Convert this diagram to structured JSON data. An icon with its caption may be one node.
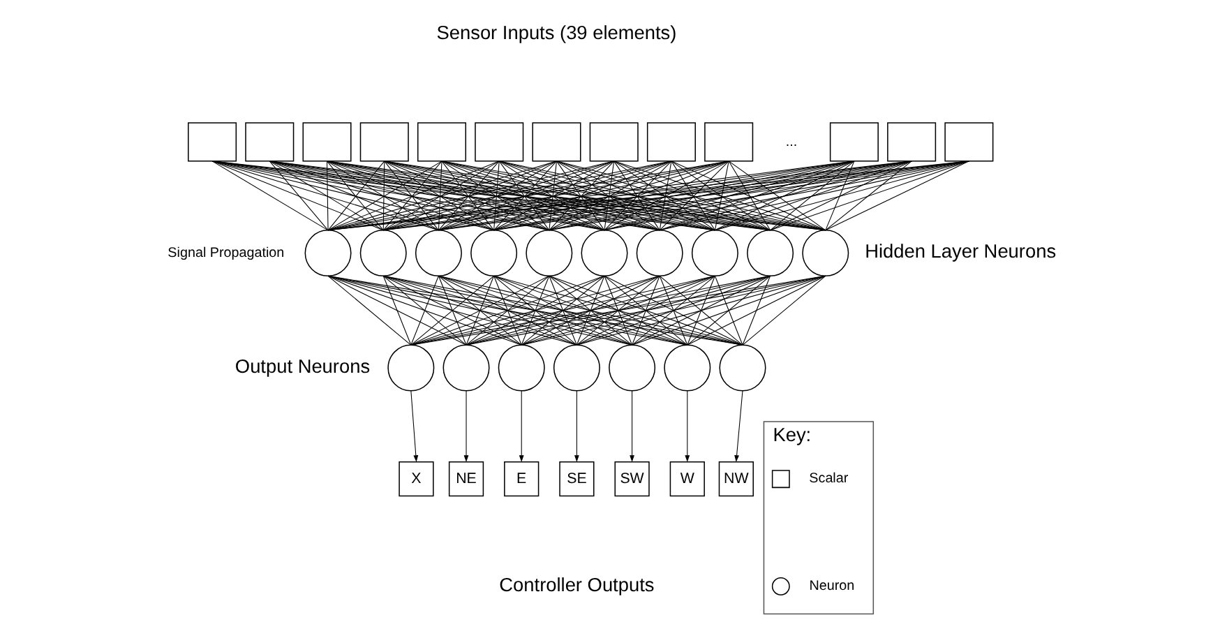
{
  "diagram": {
    "nodes": [
      {
        "text": [],
        "shape": "box"
      },
      {
        "text": [],
        "shape": "box"
      },
      {
        "text": [],
        "shape": "box"
      },
      {
        "text": [],
        "shape": "box"
      },
      {
        "text": [],
        "shape": "box"
      },
      {
        "text": [],
        "shape": "box"
      },
      {
        "text": [],
        "shape": "box"
      },
      {
        "text": [],
        "shape": "box"
      },
      {
        "text": [],
        "shape": "box"
      },
      {
        "text": [],
        "shape": "box"
      },
      {
        "text": [],
        "shape": "box"
      },
      {
        "text": [],
        "shape": "box"
      },
      {
        "text": [],
        "shape": "box"
      },
      {
        "text": [],
        "shape": "circle"
      },
      {
        "text": [],
        "shape": "circle"
      },
      {
        "text": [],
        "shape": "circle"
      },
      {
        "text": [],
        "shape": "circle"
      },
      {
        "text": [],
        "shape": "circle"
      },
      {
        "text": [],
        "shape": "circle"
      },
      {
        "text": [],
        "shape": "circle"
      },
      {
        "text": [],
        "shape": "circle"
      },
      {
        "text": [],
        "shape": "circle"
      },
      {
        "text": [],
        "shape": "circle"
      },
      {
        "text": [],
        "shape": "circle"
      },
      {
        "text": [],
        "shape": "circle"
      },
      {
        "text": [],
        "shape": "circle"
      },
      {
        "text": [],
        "shape": "circle"
      },
      {
        "text": [],
        "shape": "circle"
      },
      {
        "text": [],
        "shape": "circle"
      },
      {
        "text": [],
        "shape": "circle"
      },
      {
        "text": [
          "X"
        ]
      },
      {
        "text": [
          "NE"
        ]
      },
      {
        "text": [
          "E"
        ]
      },
      {
        "text": [
          "SE"
        ]
      },
      {
        "text": [
          "SW"
        ]
      },
      {
        "text": [
          "W"
        ]
      },
      {
        "text": [
          "NW"
        ]
      },
      {
        "text": [
          "Key:"
        ]
      }
    ],
    "edges": [
      {
        "from": 0,
        "to": 13,
        "arrow": "none"
      },
      {
        "from": 0,
        "to": 14,
        "arrow": "none"
      },
      {
        "from": 0,
        "to": 15,
        "arrow": "none"
      },
      {
        "from": 0,
        "to": 16,
        "arrow": "none"
      },
      {
        "from": 0,
        "to": 17,
        "arrow": "none"
      },
      {
        "from": 0,
        "to": 18,
        "arrow": "none"
      },
      {
        "from": 0,
        "to": 19,
        "arrow": "none"
      },
      {
        "from": 0,
        "to": 20,
        "arrow": "none"
      },
      {
        "from": 0,
        "to": 21,
        "arrow": "none"
      },
      {
        "from": 0,
        "to": 22,
        "arrow": "none"
      },
      {
        "from": 1,
        "to": 13,
        "arrow": "none"
      },
      {
        "from": 1,
        "to": 14,
        "arrow": "none"
      },
      {
        "from": 1,
        "to": 15,
        "arrow": "none"
      },
      {
        "from": 1,
        "to": 16,
        "arrow": "none"
      },
      {
        "from": 1,
        "to": 17,
        "arrow": "none"
      },
      {
        "from": 1,
        "to": 18,
        "arrow": "none"
      },
      {
        "from": 1,
        "to": 19,
        "arrow": "none"
      },
      {
        "from": 1,
        "to": 20,
        "arrow": "none"
      },
      {
        "from": 1,
        "to": 21,
        "arrow": "none"
      },
      {
        "from": 1,
        "to": 22,
        "arrow": "none"
      },
      {
        "from": 2,
        "to": 13,
        "arrow": "none"
      },
      {
        "from": 2,
        "to": 14,
        "arrow": "none"
      },
      {
        "from": 2,
        "to": 15,
        "arrow": "none"
      },
      {
        "from": 2,
        "to": 16,
        "arrow": "none"
      },
      {
        "from": 2,
        "to": 17,
        "arrow": "none"
      },
      {
        "from": 2,
        "to": 18,
        "arrow": "none"
      },
      {
        "from": 2,
        "to": 19,
        "arrow": "none"
      },
      {
        "from": 2,
        "to": 20,
        "arrow": "none"
      },
      {
        "from": 2,
        "to": 21,
        "arrow": "none"
      },
      {
        "from": 2,
        "to": 22,
        "arrow": "none"
      },
      {
        "from": 3,
        "to": 13,
        "arrow": "none"
      },
      {
        "from": 3,
        "to": 14,
        "arrow": "none"
      },
      {
        "from": 3,
        "to": 15,
        "arrow": "none"
      },
      {
        "from": 3,
        "to": 16,
        "arrow": "none"
      },
      {
        "from": 3,
        "to": 17,
        "arrow": "none"
      },
      {
        "from": 3,
        "to": 18,
        "arrow": "none"
      },
      {
        "from": 3,
        "to": 19,
        "arrow": "none"
      },
      {
        "from": 3,
        "to": 20,
        "arrow": "none"
      },
      {
        "from": 3,
        "to": 21,
        "arrow": "none"
      },
      {
        "from": 3,
        "to": 22,
        "arrow": "none"
      },
      {
        "from": 4,
        "to": 13,
        "arrow": "none"
      },
      {
        "from": 4,
        "to": 14,
        "arrow": "none"
      },
      {
        "from": 4,
        "to": 15,
        "arrow": "none"
      },
      {
        "from": 4,
        "to": 16,
        "arrow": "none"
      },
      {
        "from": 4,
        "to": 17,
        "arrow": "none"
      },
      {
        "from": 4,
        "to": 18,
        "arrow": "none"
      },
      {
        "from": 4,
        "to": 19,
        "arrow": "none"
      },
      {
        "from": 4,
        "to": 20,
        "arrow": "none"
      },
      {
        "from": 4,
        "to": 21,
        "arrow": "none"
      },
      {
        "from": 4,
        "to": 22,
        "arrow": "none"
      },
      {
        "from": 5,
        "to": 13,
        "arrow": "none"
      },
      {
        "from": 5,
        "to": 14,
        "arrow": "none"
      },
      {
        "from": 5,
        "to": 15,
        "arrow": "none"
      },
      {
        "from": 5,
        "to": 16,
        "arrow": "none"
      },
      {
        "from": 5,
        "to": 17,
        "arrow": "none"
      },
      {
        "from": 5,
        "to": 18,
        "arrow": "none"
      },
      {
        "from": 5,
        "to": 19,
        "arrow": "none"
      },
      {
        "from": 5,
        "to": 20,
        "arrow": "none"
      },
      {
        "from": 5,
        "to": 21,
        "arrow": "none"
      },
      {
        "from": 5,
        "to": 22,
        "arrow": "none"
      },
      {
        "from": 6,
        "to": 13,
        "arrow": "none"
      },
      {
        "from": 6,
        "to": 14,
        "arrow": "none"
      },
      {
        "from": 6,
        "to": 15,
        "arrow": "none"
      },
      {
        "from": 6,
        "to": 16,
        "arrow": "none"
      },
      {
        "from": 6,
        "to": 17,
        "arrow": "none"
      },
      {
        "from": 6,
        "to": 18,
        "arrow": "none"
      },
      {
        "from": 6,
        "to": 19,
        "arrow": "none"
      },
      {
        "from": 6,
        "to": 20,
        "arrow": "none"
      },
      {
        "from": 6,
        "to": 21,
        "arrow": "none"
      },
      {
        "from": 6,
        "to": 22,
        "arrow": "none"
      },
      {
        "from": 7,
        "to": 13,
        "arrow": "none"
      },
      {
        "from": 7,
        "to": 14,
        "arrow": "none"
      },
      {
        "from": 7,
        "to": 15,
        "arrow": "none"
      },
      {
        "from": 7,
        "to": 16,
        "arrow": "none"
      },
      {
        "from": 7,
        "to": 17,
        "arrow": "none"
      },
      {
        "from": 7,
        "to": 18,
        "arrow": "none"
      },
      {
        "from": 7,
        "to": 19,
        "arrow": "none"
      },
      {
        "from": 7,
        "to": 20,
        "arrow": "none"
      },
      {
        "from": 7,
        "to": 21,
        "arrow": "none"
      },
      {
        "from": 7,
        "to": 22,
        "arrow": "none"
      },
      {
        "from": 8,
        "to": 13,
        "arrow": "none"
      },
      {
        "from": 8,
        "to": 14,
        "arrow": "none"
      },
      {
        "from": 8,
        "to": 15,
        "arrow": "none"
      },
      {
        "from": 8,
        "to": 16,
        "arrow": "none"
      },
      {
        "from": 8,
        "to": 17,
        "arrow": "none"
      },
      {
        "from": 8,
        "to": 18,
        "arrow": "none"
      },
      {
        "from": 8,
        "to": 19,
        "arrow": "none"
      },
      {
        "from": 8,
        "to": 20,
        "arrow": "none"
      },
      {
        "from": 8,
        "to": 21,
        "arrow": "none"
      },
      {
        "from": 8,
        "to": 22,
        "arrow": "none"
      },
      {
        "from": 9,
        "to": 13,
        "arrow": "none"
      },
      {
        "from": 9,
        "to": 14,
        "arrow": "none"
      },
      {
        "from": 9,
        "to": 15,
        "arrow": "none"
      },
      {
        "from": 9,
        "to": 16,
        "arrow": "none"
      },
      {
        "from": 9,
        "to": 17,
        "arrow": "none"
      },
      {
        "from": 9,
        "to": 18,
        "arrow": "none"
      },
      {
        "from": 9,
        "to": 19,
        "arrow": "none"
      },
      {
        "from": 9,
        "to": 20,
        "arrow": "none"
      },
      {
        "from": 9,
        "to": 21,
        "arrow": "none"
      },
      {
        "from": 9,
        "to": 22,
        "arrow": "none"
      },
      {
        "from": 10,
        "to": 13,
        "arrow": "none"
      },
      {
        "from": 10,
        "to": 14,
        "arrow": "none"
      },
      {
        "from": 10,
        "to": 15,
        "arrow": "none"
      },
      {
        "from": 10,
        "to": 16,
        "arrow": "none"
      },
      {
        "from": 10,
        "to": 17,
        "arrow": "none"
      },
      {
        "from": 10,
        "to": 18,
        "arrow": "none"
      },
      {
        "from": 10,
        "to": 19,
        "arrow": "none"
      },
      {
        "from": 10,
        "to": 20,
        "arrow": "none"
      },
      {
        "from": 10,
        "to": 21,
        "arrow": "none"
      },
      {
        "from": 10,
        "to": 22,
        "arrow": "none"
      },
      {
        "from": 11,
        "to": 13,
        "arrow": "none"
      },
      {
        "from": 11,
        "to": 14,
        "arrow": "none"
      },
      {
        "from": 11,
        "to": 15,
        "arrow": "none"
      },
      {
        "from": 11,
        "to": 16,
        "arrow": "none"
      },
      {
        "from": 11,
        "to": 17,
        "arrow": "none"
      },
      {
        "from": 11,
        "to": 18,
        "arrow": "none"
      },
      {
        "from": 11,
        "to": 19,
        "arrow": "none"
      },
      {
        "from": 11,
        "to": 20,
        "arrow": "none"
      },
      {
        "from": 11,
        "to": 21,
        "arrow": "none"
      },
      {
        "from": 11,
        "to": 22,
        "arrow": "none"
      },
      {
        "from": 12,
        "to": 13,
        "arrow": "none"
      },
      {
        "from": 12,
        "to": 14,
        "arrow": "none"
      },
      {
        "from": 12,
        "to": 15,
        "arrow": "none"
      },
      {
        "from": 12,
        "to": 16,
        "arrow": "none"
      },
      {
        "from": 12,
        "to": 17,
        "arrow": "none"
      },
      {
        "from": 12,
        "to": 18,
        "arrow": "none"
      },
      {
        "from": 12,
        "to": 19,
        "arrow": "none"
      },
      {
        "from": 12,
        "to": 20,
        "arrow": "none"
      },
      {
        "from": 12,
        "to": 21,
        "arrow": "none"
      },
      {
        "from": 12,
        "to": 22,
        "arrow": "none"
      },
      {
        "from": 13,
        "to": 23,
        "arrow": "none"
      },
      {
        "from": 13,
        "to": 24,
        "arrow": "none"
      },
      {
        "from": 13,
        "to": 25,
        "arrow": "none"
      },
      {
        "from": 13,
        "to": 26,
        "arrow": "none"
      },
      {
        "from": 13,
        "to": 27,
        "arrow": "none"
      },
      {
        "from": 13,
        "to": 28,
        "arrow": "none"
      },
      {
        "from": 13,
        "to": 29,
        "arrow": "none"
      },
      {
        "from": 14,
        "to": 23,
        "arrow": "none"
      },
      {
        "from": 14,
        "to": 24,
        "arrow": "none"
      },
      {
        "from": 14,
        "to": 25,
        "arrow": "none"
      },
      {
        "from": 14,
        "to": 26,
        "arrow": "none"
      },
      {
        "from": 14,
        "to": 27,
        "arrow": "none"
      },
      {
        "from": 14,
        "to": 28,
        "arrow": "none"
      },
      {
        "from": 14,
        "to": 29,
        "arrow": "none"
      },
      {
        "from": 15,
        "to": 23,
        "arrow": "none"
      },
      {
        "from": 15,
        "to": 24,
        "arrow": "none"
      },
      {
        "from": 15,
        "to": 25,
        "arrow": "none"
      },
      {
        "from": 15,
        "to": 26,
        "arrow": "none"
      },
      {
        "from": 15,
        "to": 27,
        "arrow": "none"
      },
      {
        "from": 15,
        "to": 28,
        "arrow": "none"
      },
      {
        "from": 15,
        "to": 29,
        "arrow": "none"
      },
      {
        "from": 16,
        "to": 23,
        "arrow": "none"
      },
      {
        "from": 16,
        "to": 24,
        "arrow": "none"
      },
      {
        "from": 16,
        "to": 25,
        "arrow": "none"
      },
      {
        "from": 16,
        "to": 26,
        "arrow": "none"
      },
      {
        "from": 16,
        "to": 27,
        "arrow": "none"
      },
      {
        "from": 16,
        "to": 28,
        "arrow": "none"
      },
      {
        "from": 16,
        "to": 29,
        "arrow": "none"
      },
      {
        "from": 17,
        "to": 23,
        "arrow": "none"
      },
      {
        "from": 17,
        "to": 24,
        "arrow": "none"
      },
      {
        "from": 17,
        "to": 25,
        "arrow": "none"
      },
      {
        "from": 17,
        "to": 26,
        "arrow": "none"
      },
      {
        "from": 17,
        "to": 27,
        "arrow": "none"
      },
      {
        "from": 17,
        "to": 28,
        "arrow": "none"
      },
      {
        "from": 17,
        "to": 29,
        "arrow": "none"
      },
      {
        "from": 18,
        "to": 23,
        "arrow": "none"
      },
      {
        "from": 18,
        "to": 24,
        "arrow": "none"
      },
      {
        "from": 18,
        "to": 25,
        "arrow": "none"
      },
      {
        "from": 18,
        "to": 26,
        "arrow": "none"
      },
      {
        "from": 18,
        "to": 27,
        "arrow": "none"
      },
      {
        "from": 18,
        "to": 28,
        "arrow": "none"
      },
      {
        "from": 18,
        "to": 29,
        "arrow": "none"
      },
      {
        "from": 19,
        "to": 23,
        "arrow": "none"
      },
      {
        "from": 19,
        "to": 24,
        "arrow": "none"
      },
      {
        "from": 19,
        "to": 25,
        "arrow": "none"
      },
      {
        "from": 19,
        "to": 26,
        "arrow": "none"
      },
      {
        "from": 19,
        "to": 27,
        "arrow": "none"
      },
      {
        "from": 19,
        "to": 28,
        "arrow": "none"
      },
      {
        "from": 19,
        "to": 29,
        "arrow": "none"
      },
      {
        "from": 20,
        "to": 23,
        "arrow": "none"
      },
      {
        "from": 20,
        "to": 24,
        "arrow": "none"
      },
      {
        "from": 20,
        "to": 25,
        "arrow": "none"
      },
      {
        "from": 20,
        "to": 26,
        "arrow": "none"
      },
      {
        "from": 20,
        "to": 27,
        "arrow": "none"
      },
      {
        "from": 20,
        "to": 28,
        "arrow": "none"
      },
      {
        "from": 20,
        "to": 29,
        "arrow": "none"
      },
      {
        "from": 21,
        "to": 23,
        "arrow": "none"
      },
      {
        "from": 21,
        "to": 24,
        "arrow": "none"
      },
      {
        "from": 21,
        "to": 25,
        "arrow": "none"
      },
      {
        "from": 21,
        "to": 26,
        "arrow": "none"
      },
      {
        "from": 21,
        "to": 27,
        "arrow": "none"
      },
      {
        "from": 21,
        "to": 28,
        "arrow": "none"
      },
      {
        "from": 21,
        "to": 29,
        "arrow": "none"
      },
      {
        "from": 22,
        "to": 23,
        "arrow": "none"
      },
      {
        "from": 22,
        "to": 24,
        "arrow": "none"
      },
      {
        "from": 22,
        "to": 25,
        "arrow": "none"
      },
      {
        "from": 22,
        "to": 26,
        "arrow": "none"
      },
      {
        "from": 22,
        "to": 27,
        "arrow": "none"
      },
      {
        "from": 22,
        "to": 28,
        "arrow": "none"
      },
      {
        "from": 22,
        "to": 29,
        "arrow": "none"
      },
      {
        "from": 23,
        "to": 30,
        "arrow": "to"
      },
      {
        "from": 24,
        "to": 31,
        "arrow": "to"
      },
      {
        "from": 25,
        "to": 32,
        "arrow": "to"
      },
      {
        "from": 26,
        "to": 33,
        "arrow": "to"
      },
      {
        "from": 27,
        "to": 34,
        "arrow": "to"
      },
      {
        "from": 28,
        "to": 35,
        "arrow": "to"
      },
      {
        "from": 29,
        "to": 36,
        "arrow": "to"
      }
    ],
    "labels": [
      "Sensor Inputs (39 elements)",
      "...",
      "Signal Propagation",
      "Hidden Layer Neurons",
      "Output Neurons",
      "Controller Outputs"
    ],
    "legend": [
      {
        "text": "Scalar"
      },
      {
        "text": "Neuron"
      }
    ]
  }
}
